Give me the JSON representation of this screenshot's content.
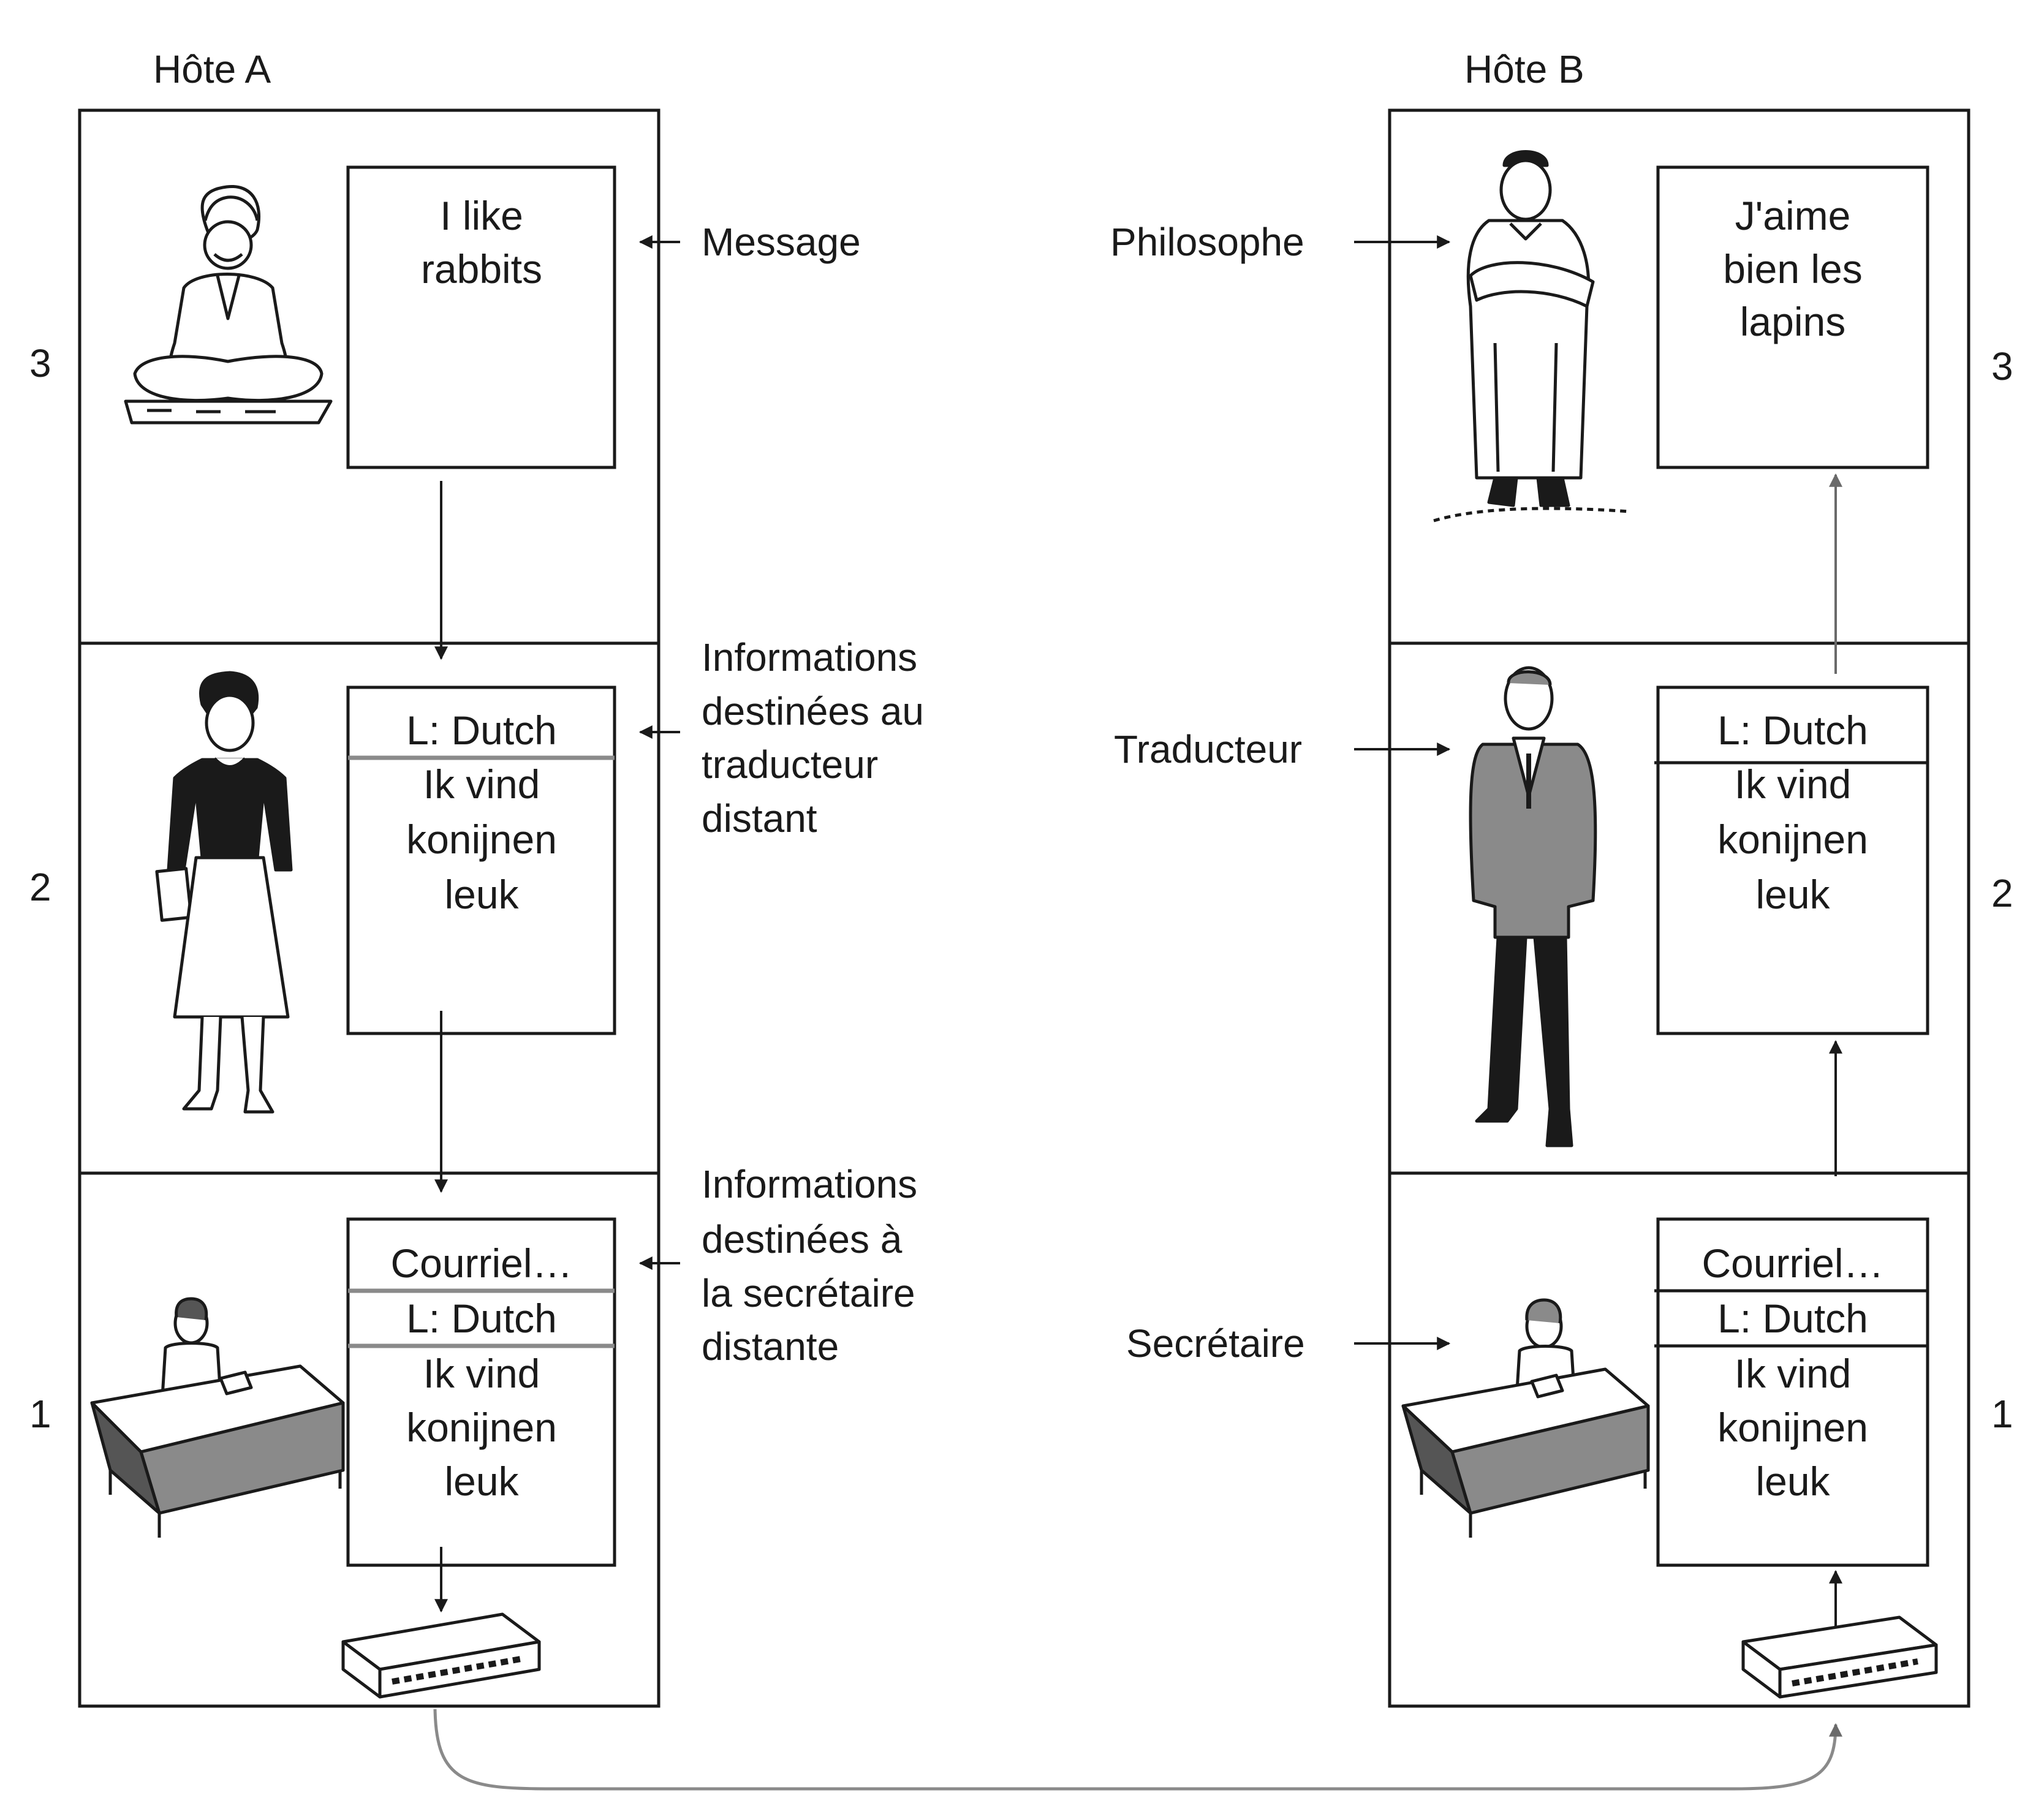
{
  "hosts": {
    "a": {
      "title": "Hôte A"
    },
    "b": {
      "title": "Hôte B"
    }
  },
  "layers": {
    "a": [
      "3",
      "2",
      "1"
    ],
    "b": [
      "3",
      "2",
      "1"
    ]
  },
  "host_a": {
    "layer3_message": [
      "I like",
      "rabbits"
    ],
    "layer2_header": "L: Dutch",
    "layer2_body": [
      "Ik vind",
      "konijnen",
      "leuk"
    ],
    "layer1_header1": "Courriel…",
    "layer1_header2": "L: Dutch",
    "layer1_body": [
      "Ik vind",
      "konijnen",
      "leuk"
    ]
  },
  "host_b": {
    "layer3_message": [
      "J'aime",
      "bien les",
      "lapins"
    ],
    "layer2_header": "L: Dutch",
    "layer2_body": [
      "Ik vind",
      "konijnen",
      "leuk"
    ],
    "layer1_header1": "Courriel…",
    "layer1_header2": "L: Dutch",
    "layer1_body": [
      "Ik vind",
      "konijnen",
      "leuk"
    ]
  },
  "annotations": {
    "message": "Message",
    "info_translator": [
      "Informations",
      "destinées au",
      "traducteur",
      "distant"
    ],
    "info_secretary": [
      "Informations",
      "destinées à",
      "la secrétaire",
      "distante"
    ]
  },
  "roles": {
    "philosopher": "Philosophe",
    "translator": "Traducteur",
    "secretary": "Secrétaire"
  },
  "icons": [
    "meditating-philosopher-icon",
    "standing-woman-translator-icon",
    "secretary-at-desk-icon",
    "network-device-icon",
    "monk-philosopher-icon",
    "man-in-suit-translator-icon"
  ]
}
